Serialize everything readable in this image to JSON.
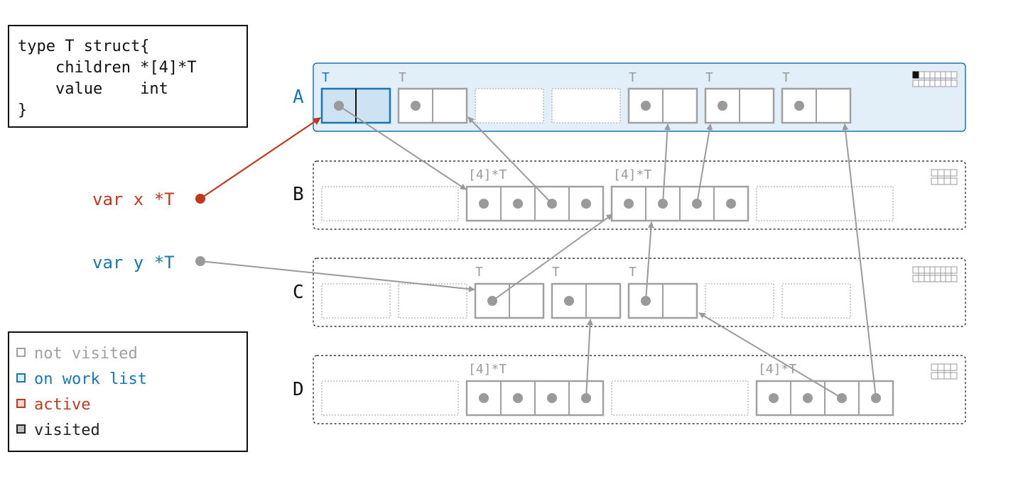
{
  "code": {
    "lines": [
      "type T struct{",
      "    children *[4]*T",
      "    value    int",
      "}"
    ]
  },
  "vars": {
    "x": "var x *T",
    "y": "var y *T"
  },
  "rows": [
    {
      "label": "A",
      "state": "on-work-list"
    },
    {
      "label": "B",
      "state": "not-visited"
    },
    {
      "label": "C",
      "state": "not-visited"
    },
    {
      "label": "D",
      "state": "not-visited"
    }
  ],
  "object_labels": {
    "struct": "T",
    "array": "[4]*T"
  },
  "legend": [
    {
      "label": "not visited",
      "color": "#a0a0a0"
    },
    {
      "label": "on work list",
      "color": "#1a77ad"
    },
    {
      "label": "active",
      "color": "#c0391e"
    },
    {
      "label": "visited",
      "color": "#222222"
    }
  ],
  "colors": {
    "gray": "#9a9a9a",
    "blue": "#1a77ad",
    "blue_fill": "#dcebf6",
    "red": "#c0391e",
    "black": "#111111"
  }
}
